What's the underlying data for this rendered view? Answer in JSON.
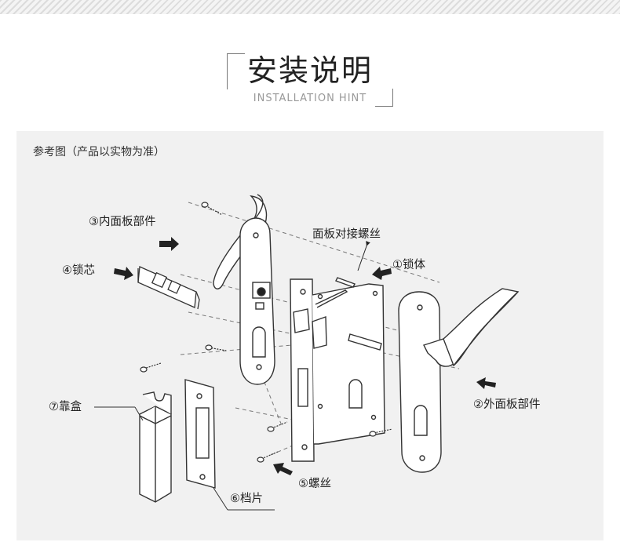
{
  "header": {
    "title": "安装说明",
    "subtitle": "INSTALLATION HINT"
  },
  "panel": {
    "reference_note": "参考图（产品以实物为准）"
  },
  "labels": {
    "inner_panel": "③内面板部件",
    "lock_cylinder": "④锁芯",
    "panel_screw": "面板对接螺丝",
    "lock_body": "①锁体",
    "outer_panel": "②外面板部件",
    "strike_box": "⑦靠盒",
    "screws": "⑤螺丝",
    "strike_plate": "⑥档片"
  }
}
